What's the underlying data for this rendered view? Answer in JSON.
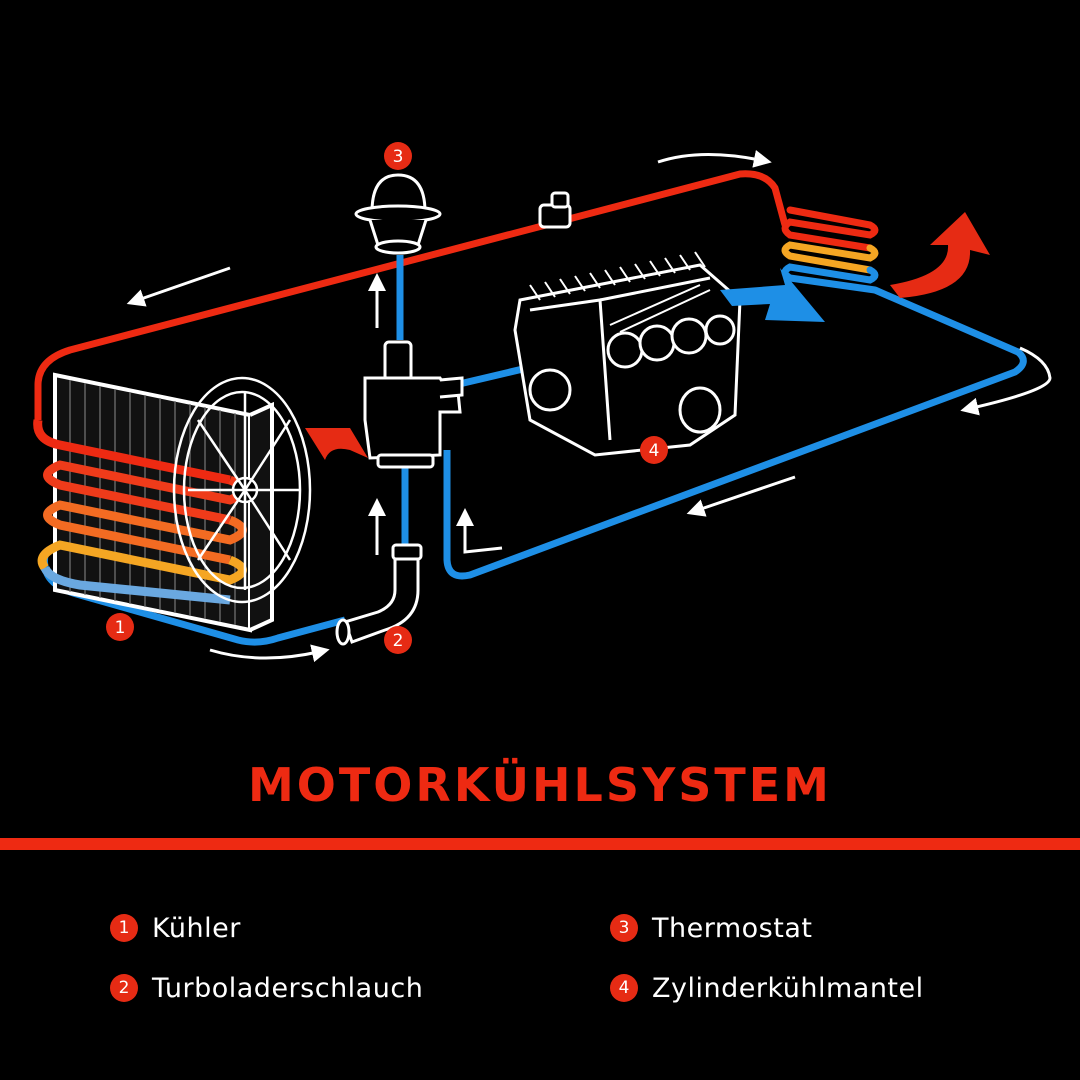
{
  "title": "MOTORKÜHLSYSTEM",
  "colors": {
    "hot": "#ee2a12",
    "cold": "#1e8fe6",
    "warm": "#f5a623",
    "accent": "#e62b14"
  },
  "markers": [
    {
      "num": "1",
      "component": "radiator"
    },
    {
      "num": "2",
      "component": "hose"
    },
    {
      "num": "3",
      "component": "thermostat"
    },
    {
      "num": "4",
      "component": "engine-block"
    }
  ],
  "legend": [
    {
      "num": "1",
      "label": "Kühler"
    },
    {
      "num": "2",
      "label": "Turboladerschlauch"
    },
    {
      "num": "3",
      "label": "Thermostat"
    },
    {
      "num": "4",
      "label": "Zylinderkühlmantel"
    }
  ]
}
